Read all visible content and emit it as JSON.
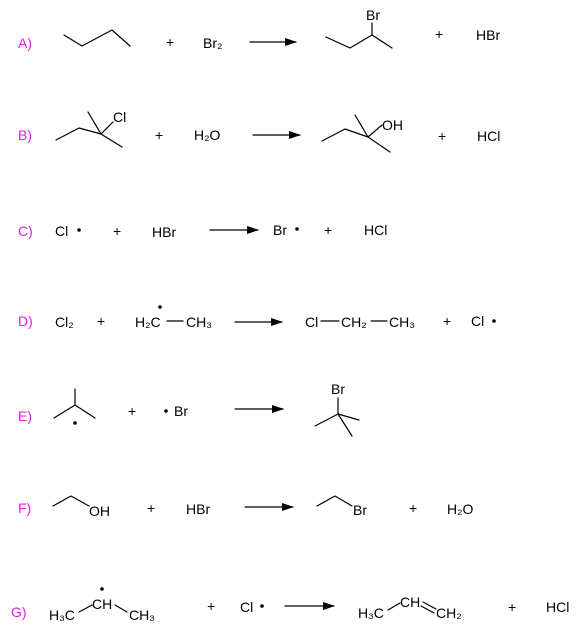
{
  "colors": {
    "label": "#e020e0",
    "ink": "#000000",
    "background": "#ffffff"
  },
  "reactions": [
    {
      "id": "A",
      "label": "A)",
      "plus1": "+",
      "reagent": "Br₂",
      "plus2": "+",
      "product2": "HBr",
      "substituent": "Br"
    },
    {
      "id": "B",
      "label": "B)",
      "substituent_left": "Cl",
      "plus1": "+",
      "reagent": "H₂O",
      "substituent_right": "OH",
      "plus2": "+",
      "product2": "HCl"
    },
    {
      "id": "C",
      "label": "C)",
      "reactant1": "Cl",
      "plus1": "+",
      "reactant2": "HBr",
      "product1": "Br",
      "plus2": "+",
      "product2": "HCl"
    },
    {
      "id": "D",
      "label": "D)",
      "reactant1": "Cl₂",
      "plus1": "+",
      "radical_left": "H₂C",
      "radical_right": "CH₃",
      "product1": "Cl",
      "product1_mid": "CH₂",
      "product1_right": "CH₃",
      "plus2": "+",
      "product2": "Cl"
    },
    {
      "id": "E",
      "label": "E)",
      "plus1": "+",
      "reactant2": "Br",
      "substituent": "Br"
    },
    {
      "id": "F",
      "label": "F)",
      "substituent_left": "OH",
      "plus1": "+",
      "reactant2": "HBr",
      "substituent_right": "Br",
      "plus2": "+",
      "product2": "H₂O"
    },
    {
      "id": "G",
      "label": "G)",
      "left_methyl": "H₃C",
      "radical_center": "CH",
      "right_methyl": "CH₃",
      "plus1": "+",
      "reactant2": "Cl",
      "prod_left": "H₃C",
      "prod_mid": "CH",
      "prod_right": "CH₂",
      "plus2": "+",
      "product2": "HCl"
    }
  ]
}
